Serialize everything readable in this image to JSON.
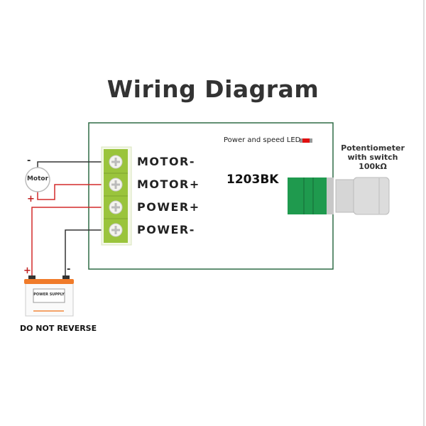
{
  "title": "Wiring Diagram",
  "board": {
    "model": "1203BK",
    "led_label": "Power and speed LED",
    "terminals": [
      {
        "label": "MOTOR-"
      },
      {
        "label": "MOTOR+"
      },
      {
        "label": "POWER+"
      },
      {
        "label": "POWER-"
      }
    ]
  },
  "potentiometer": {
    "line1": "Potentiometer",
    "line2": "with switch",
    "line3": "100kΩ"
  },
  "motor": {
    "label": "Motor",
    "minus": "-",
    "plus": "+"
  },
  "battery": {
    "label": "POWER SUPPLY",
    "plus": "+",
    "minus": "-"
  },
  "warning": "DO NOT REVERSE",
  "colors": {
    "board_border": "#2e6b45",
    "terminal": "#9ac43c",
    "pot_body": "#1f9a4e",
    "wire_red": "#d42a2a",
    "wire_black": "#333333",
    "battery_top": "#f07b2a",
    "led": "#e01010"
  }
}
